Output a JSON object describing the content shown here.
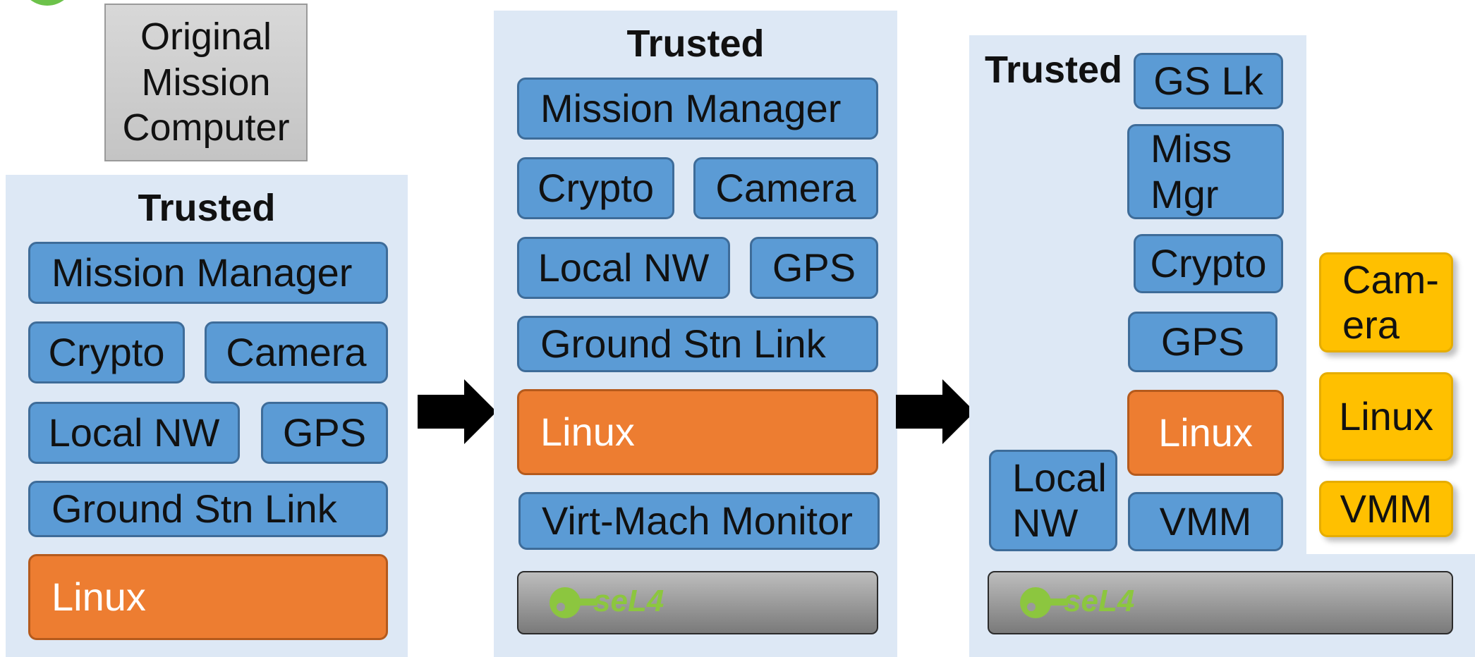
{
  "colors": {
    "panel": "#dde8f5",
    "blue_box": "#5b9bd5",
    "orange_box": "#ed7d31",
    "yellow_box": "#ffc000",
    "sel4_green": "#8cc63f",
    "arrow": "#000000"
  },
  "stage1": {
    "original_label": "Original\nMission\nComputer",
    "title": "Trusted",
    "mission_manager": "Mission Manager",
    "crypto": "Crypto",
    "camera": "Camera",
    "local_nw": "Local NW",
    "gps": "GPS",
    "ground_stn_link": "Ground Stn Link",
    "linux": "Linux"
  },
  "stage2": {
    "title": "Trusted",
    "mission_manager": "Mission Manager",
    "crypto": "Crypto",
    "camera": "Camera",
    "local_nw": "Local NW",
    "gps": "GPS",
    "ground_stn_link": "Ground Stn Link",
    "linux": "Linux",
    "vmm": "Virt-Mach Monitor",
    "kernel_logo": "seL4"
  },
  "stage3": {
    "title": "Trusted",
    "gs_lk": "GS Lk",
    "miss_mgr": "Miss\nMgr",
    "crypto": "Crypto",
    "gps": "GPS",
    "linux": "Linux",
    "local_nw": "Local\nNW",
    "vmm": "VMM",
    "kernel_logo": "seL4",
    "untrusted": {
      "camera": "Cam-\nera",
      "linux": "Linux",
      "vmm": "VMM"
    }
  },
  "icons": [
    "arrow-right-icon",
    "sel4-key-icon"
  ]
}
